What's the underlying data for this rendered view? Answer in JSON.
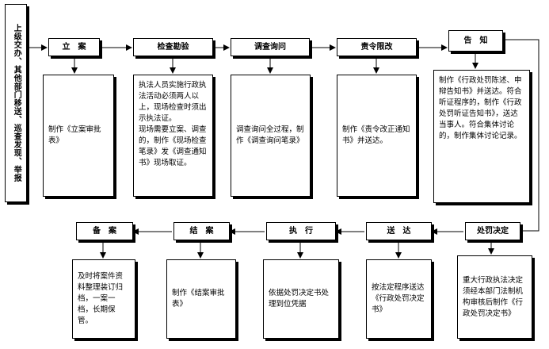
{
  "source": "上级交办、其他部门移送、巡查发现、举报",
  "steps": {
    "li_an": "立　案",
    "jian_cha": "检查勘验",
    "diao_cha": "调查询问",
    "ze_ling": "责令限改",
    "gao_zhi": "告　知",
    "chu_fa": "处罚决定",
    "song_da": "送　达",
    "zhi_xing": "执　行",
    "jie_an": "结　案",
    "bei_an": "备　案"
  },
  "descriptions": {
    "li_an": "制作《立案审批表》",
    "jian_cha": "执法人员实施行政执法活动必须两人以上，现场检查时须出示执法证。\n现场需要立案、调查的，制作《现场检查笔录》发《调查通知书》现场取证。",
    "diao_cha": "调查询问全过程，制作《调查询问笔录》",
    "ze_ling": "制作《责令改正通知书》并送达。",
    "gao_zhi": "制作《行政处罚陈述、申辩告知书》并送达。符合听证程序的，制作《行政处罚听证告知书》，送达当事人。符合集体讨论的，制作集体讨论记录。",
    "chu_fa": "重大行政执法决定须经本部门法制机构审核后制作《行政处罚决定书》",
    "song_da": "按法定程序送达《行政处罚决定书》",
    "zhi_xing": "依据处罚决定书处理到位凭据",
    "jie_an": "制作《结案审批表》",
    "bei_an": "及时将案件资料整理装订归档，一案一档，长期保管。"
  }
}
